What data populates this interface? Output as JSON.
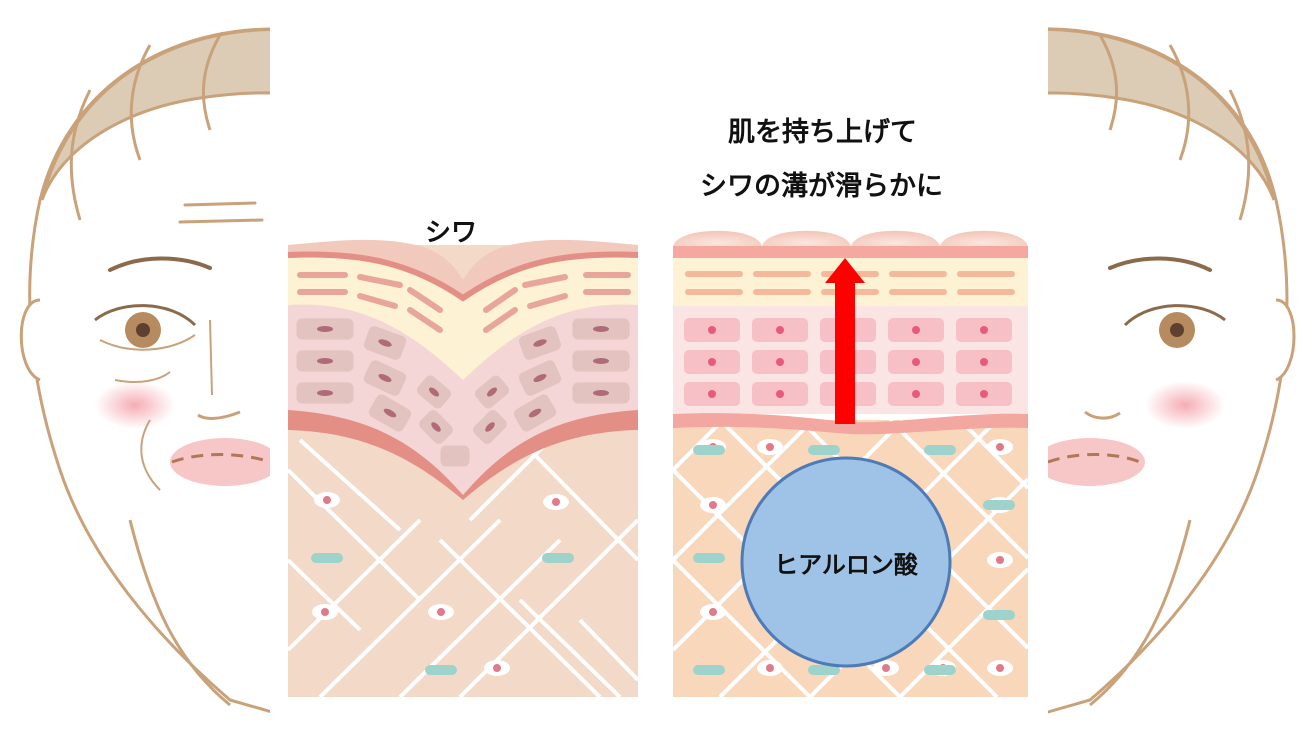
{
  "labels": {
    "wrinkle": "シワ",
    "caption_line1": "肌を持ち上げて",
    "caption_line2": "シワの溝が滑らかに",
    "hyaluronic_acid": "ヒアルロン酸"
  },
  "icons": {
    "left_face": "aged-face-icon",
    "right_face": "smooth-face-icon",
    "arrow": "up-arrow-icon"
  },
  "colors": {
    "skin_outline": "#c9a27a",
    "hair": "#dccbb5",
    "epidermis_top": "#f3b8a6",
    "epidermis_line": "#e48f86",
    "cell_layer": "#f5d6d6",
    "cell_wrinkled": "#e2c3c0",
    "cell_smooth": "#f7c0c6",
    "dermis_left": "#f2d9c8",
    "dermis_right": "#f8d7bb",
    "fiber_teal": "#9ed3cc",
    "arrow": "#ff0000",
    "hyaluronic": "#9fc3e6",
    "hyaluronic_edge": "#4c7bb8"
  }
}
